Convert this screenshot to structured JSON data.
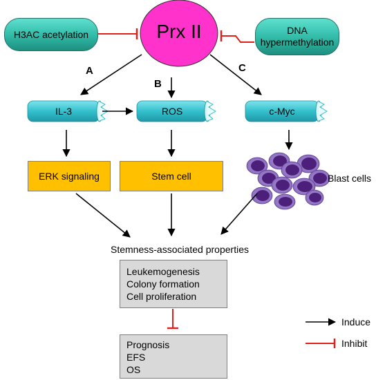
{
  "central": {
    "label": "Prx II"
  },
  "regulators": {
    "left": "H3AC acetylation",
    "right_line1": "DNA",
    "right_line2": "hypermethylation"
  },
  "paths": {
    "a": "A",
    "b": "B",
    "c": "C"
  },
  "targets": {
    "il3": "IL-3",
    "ros": "ROS",
    "cmyc": "c-Myc"
  },
  "effects": {
    "erk": "ERK signaling",
    "stem": "Stem cell",
    "blast": "Blast cells"
  },
  "stemness": {
    "heading": "Stemness-associated properties",
    "items": [
      "Leukemogenesis",
      "Colony formation",
      "Cell proliferation"
    ]
  },
  "outcomes": {
    "items": [
      "Prognosis",
      "EFS",
      "OS"
    ]
  },
  "legend": {
    "induce": "Induce",
    "inhibit": "Inhibit"
  },
  "colors": {
    "central": "#ff33cc",
    "regulator": "#2fb9a6",
    "target": "#33c0cc",
    "effect": "#ffc000",
    "property_box": "#d9d9d9",
    "inhibit": "#e0201b",
    "induce": "#000000",
    "blast_cell": "#4b1f7a"
  }
}
